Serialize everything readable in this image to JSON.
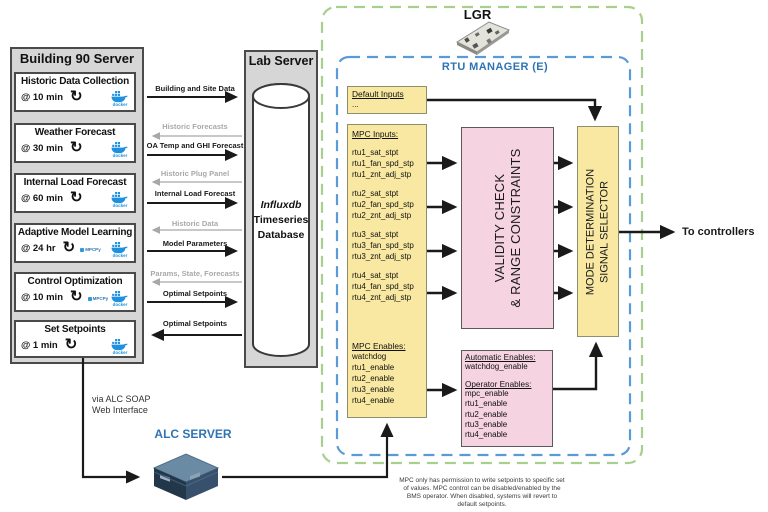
{
  "icons": {
    "refresh": "↻"
  },
  "building_server": {
    "title": "Building 90 Server",
    "modules": [
      {
        "title": "Historic Data Collection",
        "interval": "@ 10 min"
      },
      {
        "title": "Weather Forecast",
        "interval": "@ 30 min"
      },
      {
        "title": "Internal Load Forecast",
        "interval": "@ 60 min"
      },
      {
        "title": "Adaptive Model Learning",
        "interval": "@ 24 hr"
      },
      {
        "title": "Control Optimization",
        "interval": "@ 10 min"
      },
      {
        "title": "Set Setpoints",
        "interval": "@ 1 min"
      }
    ]
  },
  "docker": {
    "label": "docker"
  },
  "mpcpy": {
    "label": "MPCPy"
  },
  "lab_server": {
    "title": "Lab Server",
    "database": {
      "line1": "Influxdb",
      "line2": "Timeseries",
      "line3": "Database"
    }
  },
  "flows": [
    {
      "label": "Building and Site Data"
    },
    {
      "label": "Historic Forecasts"
    },
    {
      "label": "OA Temp and GHI Forecast"
    },
    {
      "label": "Historic Plug Panel"
    },
    {
      "label": "Internal Load Forecast"
    },
    {
      "label": "Historic Data"
    },
    {
      "label": "Model Parameters"
    },
    {
      "label": "Params, State, Forecasts"
    },
    {
      "label": "Optimal Setpoints"
    },
    {
      "label": "Optimal Setpoints"
    }
  ],
  "lgr": {
    "label": "LGR"
  },
  "rtu_manager": {
    "title": "RTU MANAGER (E)",
    "default_inputs": {
      "title": "Default Inputs",
      "more": "..."
    },
    "mpc_inputs": {
      "title": "MPC Inputs:",
      "groups": [
        [
          "rtu1_sat_stpt",
          "rtu1_fan_spd_stp",
          "rtu1_znt_adj_stp"
        ],
        [
          "rtu2_sat_stpt",
          "rtu2_fan_spd_stp",
          "rtu2_znt_adj_stp"
        ],
        [
          "rtu3_sat_stpt",
          "rtu3_fan_spd_stp",
          "rtu3_znt_adj_stp"
        ],
        [
          "rtu4_sat_stpt",
          "rtu4_fan_spd_stp",
          "rtu4_znt_adj_stp"
        ]
      ]
    },
    "mpc_enables": {
      "title": "MPC Enables:",
      "items": [
        "watchdog",
        "rtu1_enable",
        "rtu2_enable",
        "rtu3_enable",
        "rtu4_enable"
      ]
    },
    "validity_check": {
      "label": "VALIDITY CHECK\n& RANGE CONSTRAINTS"
    },
    "mode_selector": {
      "label": "MODE DETERMINATION\nSIGNAL SELECTOR"
    },
    "enables_box": {
      "automatic_title": "Automatic Enables:",
      "automatic_item": "watchdog_enable",
      "operator_title": "Operator Enables:",
      "operator_items": [
        "mpc_enable",
        "rtu1_enable",
        "rtu2_enable",
        "rtu3_enable",
        "rtu4_enable"
      ]
    }
  },
  "alc": {
    "via": "via ALC SOAP\nWeb Interface",
    "server": "ALC SERVER"
  },
  "output": {
    "to_controllers": "To controllers"
  },
  "footnote": "MPC only has permission to write setpoints to\nspecific set of values.  MPC control can be\ndisabled/enabled by the BMS operator. When\ndisabled, systems will revert to default setpoints."
}
